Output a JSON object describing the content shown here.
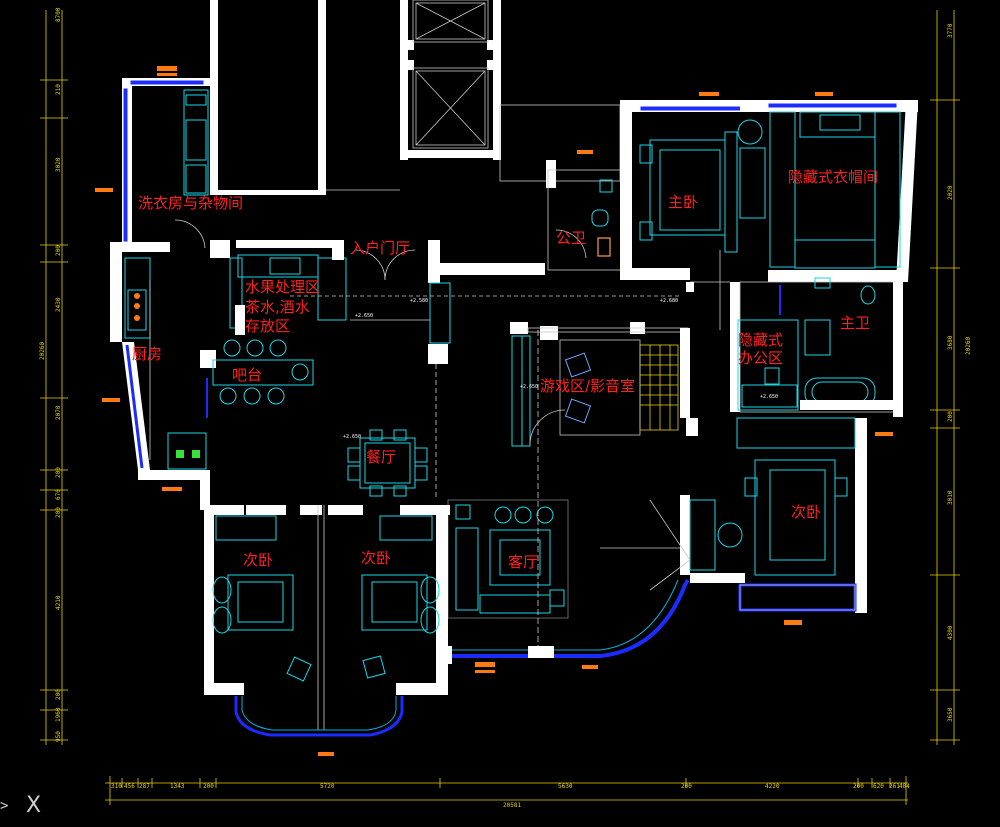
{
  "drawing": {
    "rooms": {
      "laundry": "洗衣房与杂物间",
      "master_bedroom": "主卧",
      "hidden_closet": "隐藏式衣帽间",
      "public_bath": "公卫",
      "entry_hall": "入户门厅",
      "fruit_zone_line1": "水果处理区",
      "fruit_zone_line2": "茶水,酒水",
      "fruit_zone_line3": "存放区",
      "kitchen": "厨房",
      "bar": "吧台",
      "master_bath": "主卫",
      "office_line1": "隐藏式",
      "office_line2": "办公区",
      "game_room": "游戏区/影音室",
      "dining": "餐厅",
      "second_bedroom_right": "次卧",
      "second_bedroom_a": "次卧",
      "second_bedroom_b": "次卧",
      "living": "客厅"
    },
    "levels": [
      "+2.650",
      "+2.580",
      "+2.680",
      "+2.650",
      "+2.650",
      "+2.650"
    ],
    "bottom_dims": [
      "310",
      "456",
      "287",
      "1343",
      "200",
      "5720",
      "5630",
      "200",
      "4220",
      "200",
      "620",
      "261",
      "404"
    ],
    "bottom_total": "20581",
    "left_dims": [
      "8700",
      "210",
      "3020",
      "200",
      "2430",
      "2070",
      "200",
      "670",
      "200",
      "4210",
      "200",
      "1960",
      "950"
    ],
    "left_total": "20260",
    "right_dims": [
      "3770",
      "2020",
      "3680",
      "200",
      "3010",
      "4300",
      "3650"
    ],
    "right_total": "20260",
    "cross_marker": "X",
    "arrow_marker": ">"
  },
  "colors": {
    "background": "#000000",
    "wall": "#ffffff",
    "window": "#1c2cff",
    "furniture": "#18d6e6",
    "label": "#ff2020",
    "dimension": "#e8d000",
    "tag": "#ff7a10"
  }
}
